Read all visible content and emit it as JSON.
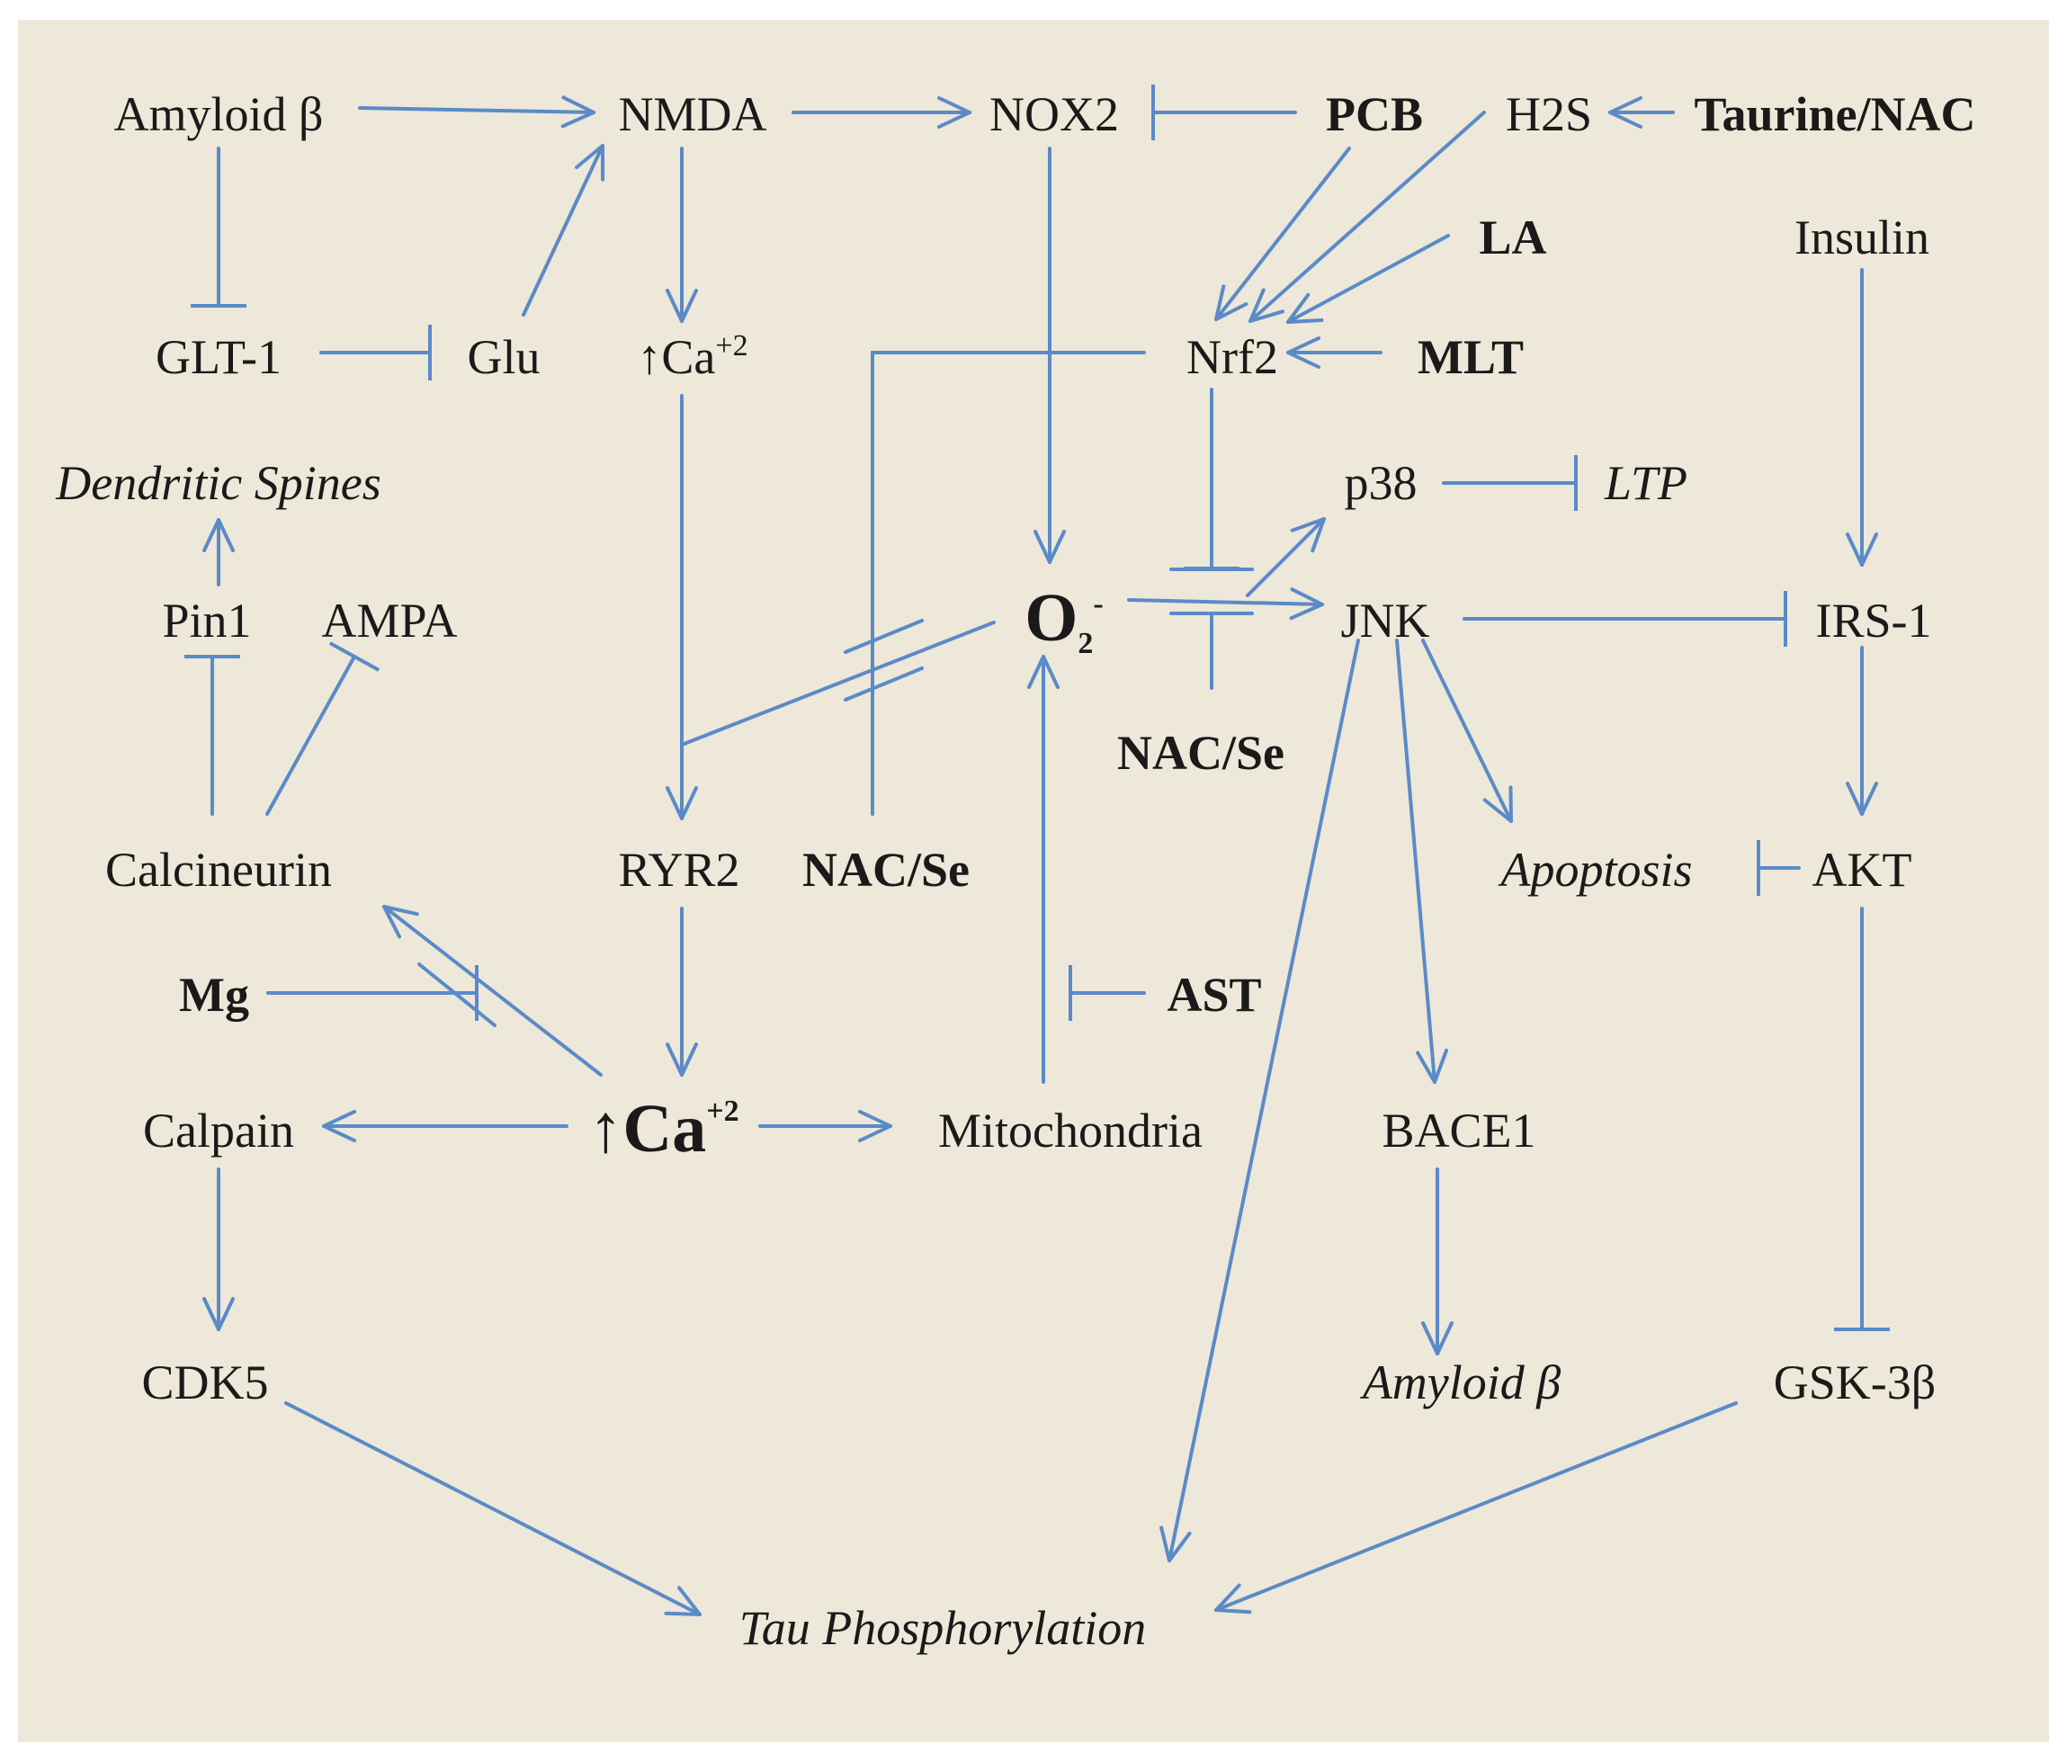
{
  "colors": {
    "background": "#ede8d9",
    "border": "#ffffff",
    "edge": "#5b8ac8",
    "text": "#1a1a1a"
  },
  "nodes": {
    "amyloid_beta_top": "Amyloid β",
    "nmda": "NMDA",
    "nox2": "NOX2",
    "pcb": "PCB",
    "h2s": "H2S",
    "taurine_nac": "Taurine/NAC",
    "la": "LA",
    "insulin": "Insulin",
    "glt1": "GLT-1",
    "glu": "Glu",
    "ca_small": {
      "base": "↑Ca",
      "sup": "+2"
    },
    "nrf2": "Nrf2",
    "mlt": "MLT",
    "dendritic_spines": "Dendritic Spines",
    "p38": "p38",
    "ltp": "LTP",
    "pin1": "Pin1",
    "ampa": "AMPA",
    "superoxide": {
      "base": "O",
      "sub": "2",
      "sup": "-"
    },
    "jnk": "JNK",
    "irs1": "IRS-1",
    "nac_se_right": "NAC/Se",
    "calcineurin": "Calcineurin",
    "ryr2": "RYR2",
    "nac_se_left": "NAC/Se",
    "apoptosis": "Apoptosis",
    "akt": "AKT",
    "mg": "Mg",
    "ast": "AST",
    "calpain": "Calpain",
    "ca_big": {
      "base": "↑Ca",
      "sup": "+2"
    },
    "mitochondria": "Mitochondria",
    "bace1": "BACE1",
    "cdk5": "CDK5",
    "amyloid_beta_bottom": "Amyloid β",
    "gsk3b": "GSK-3β",
    "tau_phosphorylation": "Tau Phosphorylation"
  }
}
